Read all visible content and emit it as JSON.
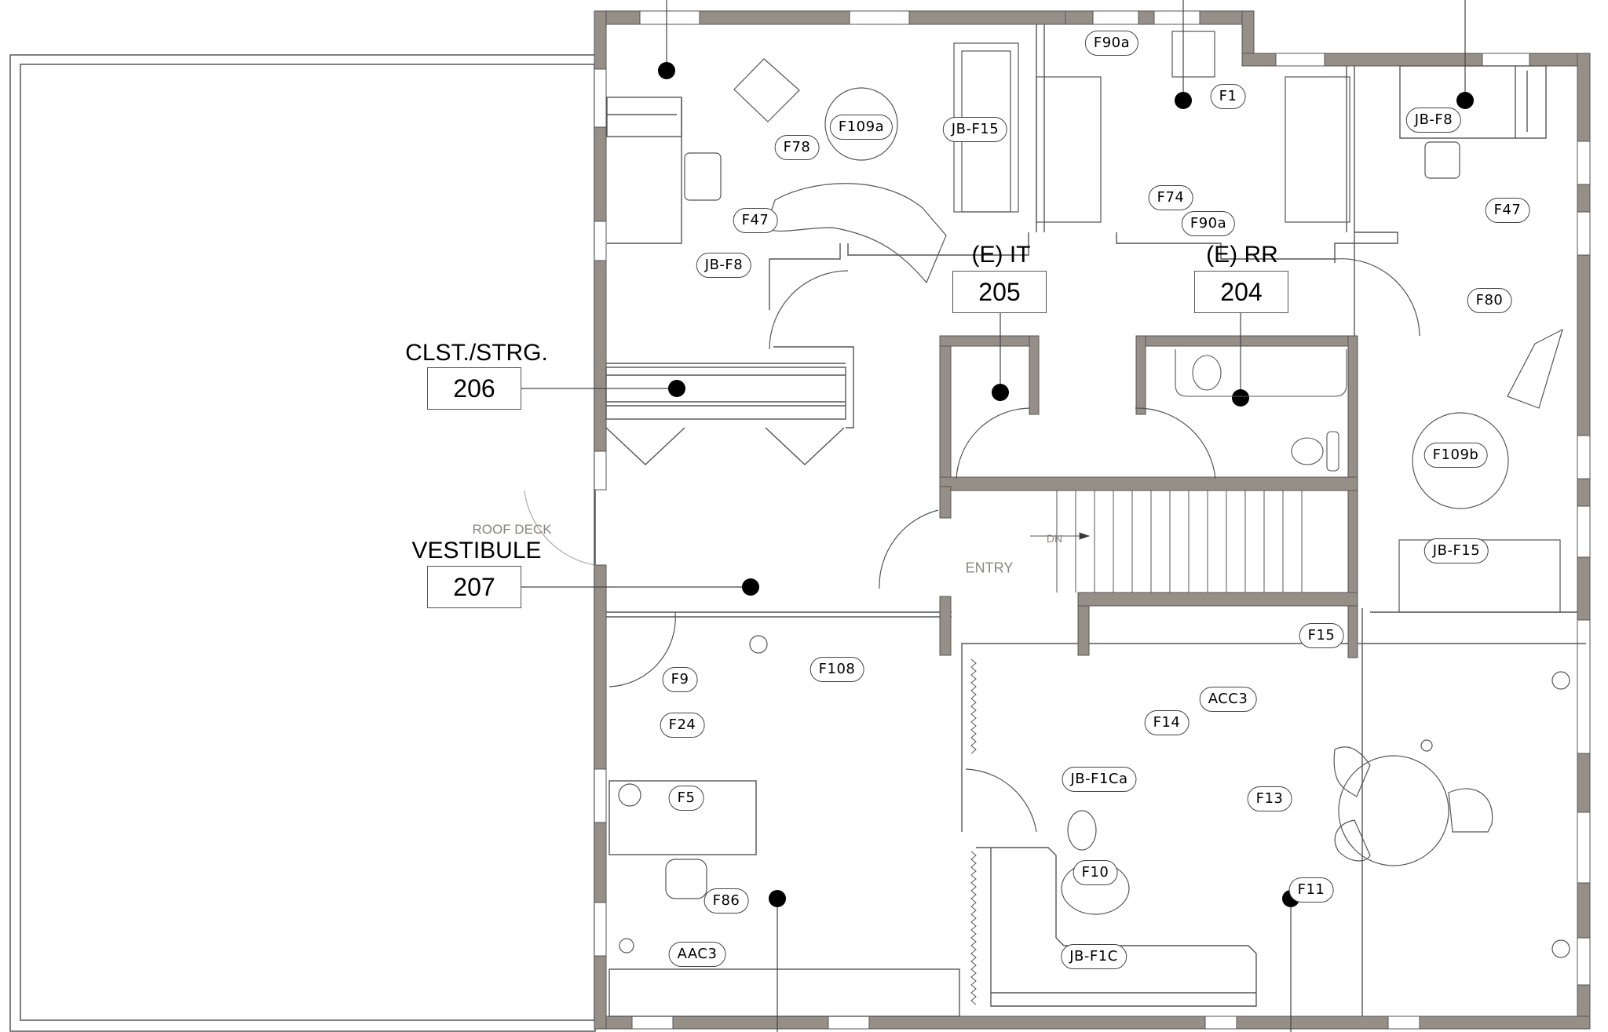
{
  "drawing": {
    "type": "floor-plan",
    "wall_color": "#958f88",
    "line_color": "#444444",
    "background": "#ffffff"
  },
  "rooms": [
    {
      "id": "it",
      "name": "(E) IT",
      "number": "205"
    },
    {
      "id": "rr",
      "name": "(E) RR",
      "number": "204"
    },
    {
      "id": "clst",
      "name": "CLST./STRG.",
      "number": "206"
    },
    {
      "id": "vest",
      "name": "VESTIBULE",
      "number": "207"
    }
  ],
  "notes": {
    "roof_deck": "ROOF DECK",
    "entry": "ENTRY",
    "stair_dn": "DN"
  },
  "tags": [
    {
      "id": "f78",
      "text": "F78"
    },
    {
      "id": "f47_nw",
      "text": "F47"
    },
    {
      "id": "jbf8_nw",
      "text": "JB-F8"
    },
    {
      "id": "f109a",
      "text": "F109a"
    },
    {
      "id": "jbf15_n",
      "text": "JB-F15"
    },
    {
      "id": "f90a_nw",
      "text": "F90a"
    },
    {
      "id": "f74",
      "text": "F74"
    },
    {
      "id": "f1",
      "text": "F1"
    },
    {
      "id": "f90a_ne",
      "text": "F90a"
    },
    {
      "id": "jbf8_ne",
      "text": "JB-F8"
    },
    {
      "id": "f47_ne",
      "text": "F47"
    },
    {
      "id": "f80",
      "text": "F80"
    },
    {
      "id": "f109b",
      "text": "F109b"
    },
    {
      "id": "jbf15_e",
      "text": "JB-F15"
    },
    {
      "id": "f9",
      "text": "F9"
    },
    {
      "id": "f108",
      "text": "F108"
    },
    {
      "id": "f24",
      "text": "F24"
    },
    {
      "id": "f5",
      "text": "F5"
    },
    {
      "id": "f86",
      "text": "F86"
    },
    {
      "id": "aac3",
      "text": "AAC3"
    },
    {
      "id": "f15",
      "text": "F15"
    },
    {
      "id": "acc3",
      "text": "ACC3"
    },
    {
      "id": "f14",
      "text": "F14"
    },
    {
      "id": "f13",
      "text": "F13"
    },
    {
      "id": "f11",
      "text": "F11"
    },
    {
      "id": "jbf1ca",
      "text": "JB-F1Ca"
    },
    {
      "id": "f10",
      "text": "F10"
    },
    {
      "id": "jbf1c",
      "text": "JB-F1C"
    }
  ]
}
